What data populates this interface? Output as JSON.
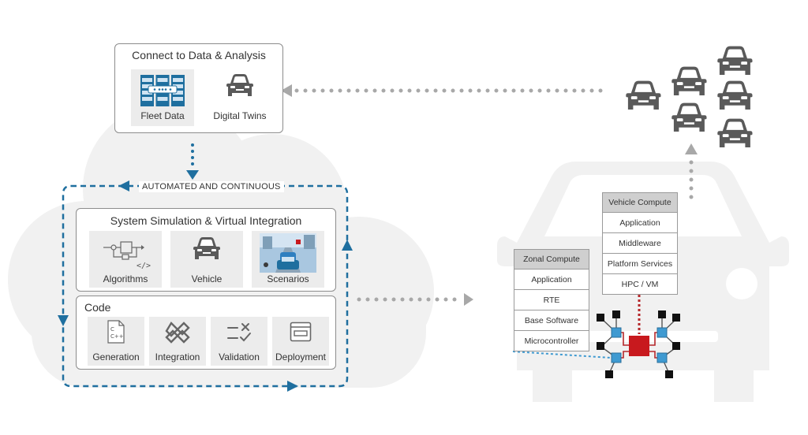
{
  "data_panel": {
    "title": "Connect to Data & Analysis",
    "items": [
      {
        "label": "Fleet Data",
        "icon": "server-rack-icon"
      },
      {
        "label": "Digital Twins",
        "icon": "car-icon"
      }
    ]
  },
  "loop": {
    "label": "AUTOMATED AND CONTINUOUS"
  },
  "simulation_panel": {
    "title": "System Simulation & Virtual Integration",
    "items": [
      {
        "label": "Algorithms",
        "icon": "block-diagram-icon"
      },
      {
        "label": "Vehicle",
        "icon": "car-icon"
      },
      {
        "label": "Scenarios",
        "icon": "road-scene-icon"
      }
    ]
  },
  "code_panel": {
    "title": "Code",
    "items": [
      {
        "label": "Generation",
        "icon": "code-file-icon"
      },
      {
        "label": "Integration",
        "icon": "interlock-icon"
      },
      {
        "label": "Validation",
        "icon": "check-cross-icon"
      },
      {
        "label": "Deployment",
        "icon": "deploy-window-icon"
      }
    ]
  },
  "zonal_compute": {
    "title": "Zonal Compute",
    "layers": [
      "Application",
      "RTE",
      "Base Software",
      "Microcontroller"
    ]
  },
  "vehicle_compute": {
    "title": "Vehicle Compute",
    "layers": [
      "Application",
      "Middleware",
      "Platform Services",
      "HPC / VM"
    ]
  },
  "colors": {
    "accent_blue": "#1f6f9f",
    "dot_gray": "#a8a8a8",
    "silhouette": "#f1f1f1",
    "core_red": "#c8191e",
    "node_blue": "#3f9ad1",
    "icon_dark": "#5a5a5a"
  }
}
